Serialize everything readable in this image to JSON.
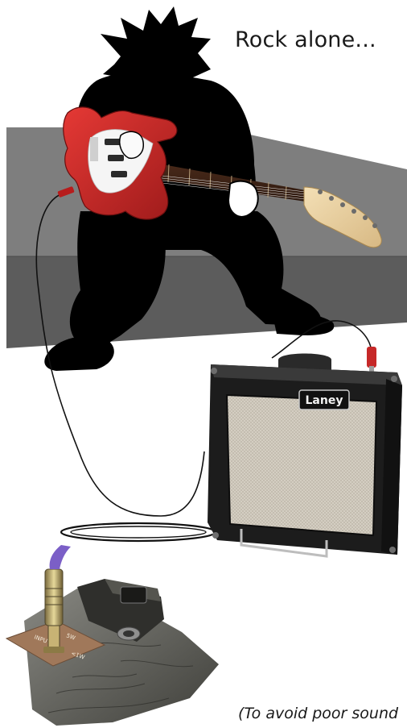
{
  "title": "Rock alone...",
  "caption": "(To avoid poor sound",
  "amp": {
    "brand": "Laney"
  },
  "jack_plate": {
    "labels": [
      "INPUT",
      "5W",
      "<1W"
    ]
  },
  "colors": {
    "bench_top": "#7d7d7d",
    "bench_front": "#5a5a5a",
    "guitar_body": "#c62828",
    "silhouette": "#000000",
    "amp_grille": "#d8d2c6",
    "amp_case": "#1c1c1c",
    "cable_plug": "#b71c1c",
    "plug_purple": "#7b5fc7"
  }
}
